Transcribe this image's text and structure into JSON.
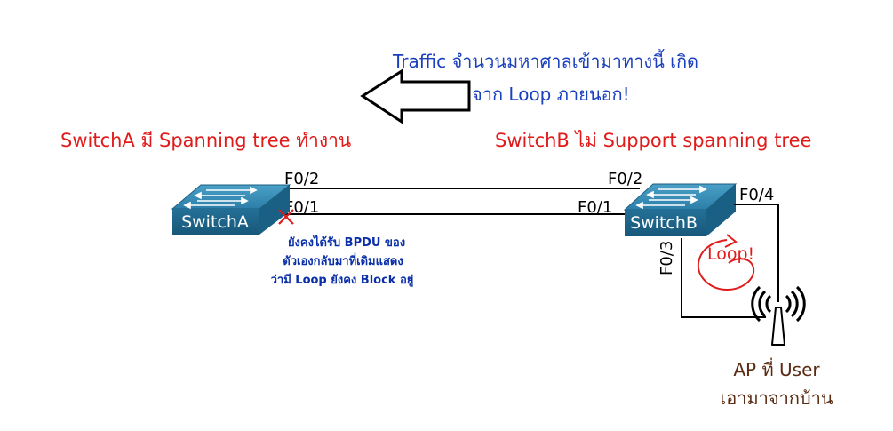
{
  "traffic_note": {
    "line1": "Traffic จำนวนมหาศาลเข้ามาทางนี้ เกิด",
    "line2": "จาก Loop ภายนอก!",
    "color": "#1a3fbf"
  },
  "switch_a": {
    "name": "SwitchA",
    "heading": "SwitchA มี Spanning tree ทำงาน",
    "port_top": "F0/2",
    "port_bottom": "F0/1",
    "block_note": [
      "ยังคงได้รับ BPDU ของ",
      "ตัวเองกลับมาที่เดิมแสดง",
      "ว่ามี Loop ยังคง Block อยู่"
    ]
  },
  "switch_b": {
    "name": "SwitchB",
    "heading": "SwitchB ไม่ Support spanning tree",
    "port_top": "F0/2",
    "port_bottom": "F0/1",
    "port_ap": "F0/4",
    "port_loop": "F0/3"
  },
  "loop_label": "Loop!",
  "ap": {
    "line1": "AP ที่ User",
    "line2": "เอามาจากบ้าน",
    "icon": "wireless-ap-icon"
  },
  "colors": {
    "heading_red": "#e01b1b",
    "switch_face": "#1f6f96",
    "switch_top": "#3b8fb5",
    "switch_label_bg": "#1a5d80",
    "note_blue": "#0a2fa8",
    "ap_label": "#5a2a12"
  }
}
